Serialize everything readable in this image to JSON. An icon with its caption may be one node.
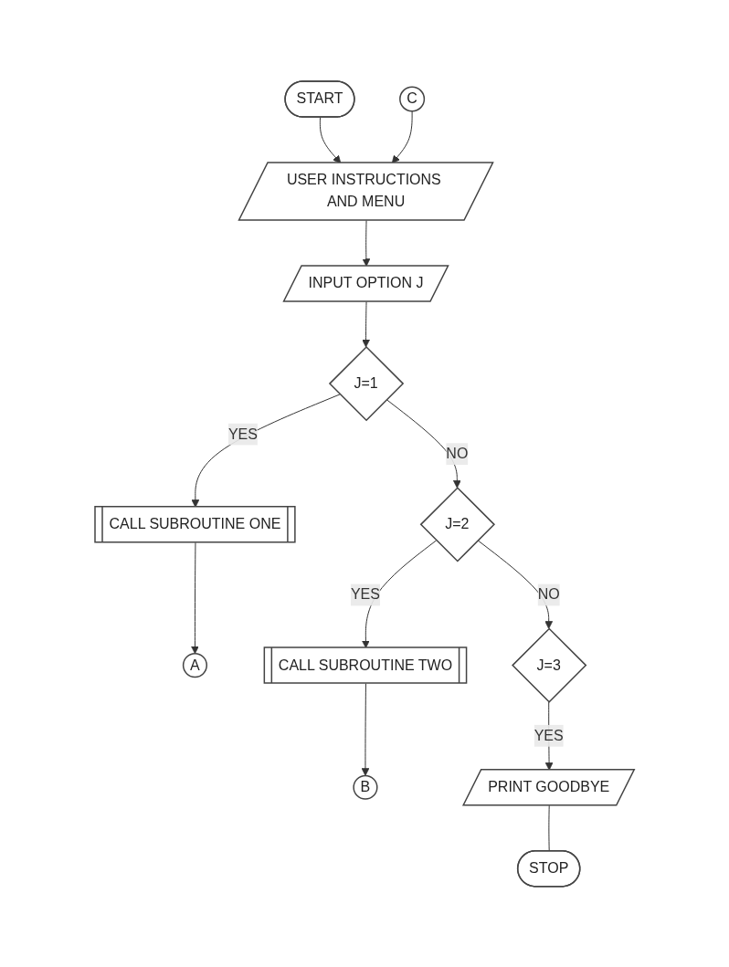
{
  "diagram": {
    "nodes": [
      {
        "text": [
          "START"
        ]
      },
      {
        "text": [
          "C"
        ]
      },
      {
        "text": [
          "USER INSTRUCTIONS AND MENU"
        ]
      },
      {
        "text": [
          "INPUT OPTION J"
        ]
      },
      {
        "text": [
          "J=1"
        ]
      },
      {
        "text": [
          "CALL SUBROUTINE ONE"
        ]
      },
      {
        "text": [
          "A"
        ]
      },
      {
        "text": [
          "J=2"
        ]
      },
      {
        "text": [
          "CALL SUBROUTINE TWO"
        ]
      },
      {
        "text": [
          "B"
        ]
      },
      {
        "text": [
          "J=3"
        ]
      },
      {
        "text": [
          "PRINT GOODBYE"
        ]
      },
      {
        "text": [
          "STOP"
        ]
      }
    ],
    "edges": [
      {
        "from": 0,
        "to": 2,
        "arrow": "to"
      },
      {
        "from": 1,
        "to": 2,
        "arrow": "to"
      },
      {
        "from": 2,
        "to": 3,
        "arrow": "to"
      },
      {
        "from": 3,
        "to": 4,
        "arrow": "to"
      },
      {
        "from": 4,
        "to": 5,
        "arrow": "to",
        "label": "YES"
      },
      {
        "from": 5,
        "to": 6,
        "arrow": "to"
      },
      {
        "from": 4,
        "to": 7,
        "arrow": "to",
        "label": "NO"
      },
      {
        "from": 7,
        "to": 8,
        "arrow": "to",
        "label": "YES"
      },
      {
        "from": 8,
        "to": 9,
        "arrow": "to"
      },
      {
        "from": 7,
        "to": 10,
        "arrow": "to",
        "label": "NO"
      },
      {
        "from": 10,
        "to": 11,
        "arrow": "to",
        "label": "YES"
      },
      {
        "from": 11,
        "to": 12,
        "arrow": "none"
      }
    ]
  }
}
